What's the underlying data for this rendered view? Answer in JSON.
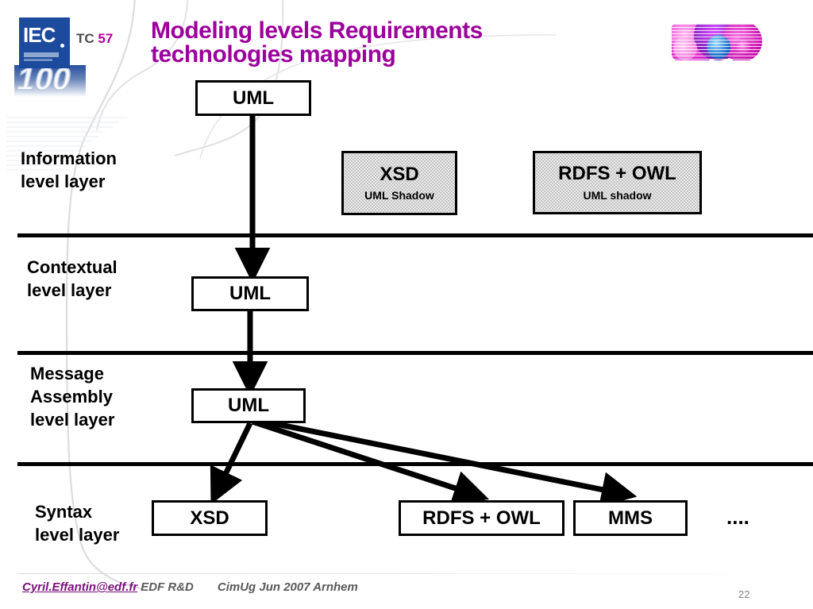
{
  "slide": {
    "title": "Modeling levels Requirements\ntechnologies mapping",
    "title_color": "#9c009c",
    "page_number": "22"
  },
  "logo": {
    "brand": "IEC",
    "reflection": "100",
    "tc_prefix": "TC ",
    "tc_number": "57",
    "accent_color": "#b4009e",
    "box_color": "#1c4a9c"
  },
  "layers": [
    {
      "name": "information",
      "label": "Information\nlevel layer"
    },
    {
      "name": "contextual",
      "label": "Contextual\nlevel layer"
    },
    {
      "name": "message-assembly",
      "label": "Message\nAssembly\nlevel layer"
    },
    {
      "name": "syntax",
      "label": "Syntax\nlevel layer"
    }
  ],
  "nodes": {
    "uml_information": {
      "main": "UML",
      "sub": ""
    },
    "xsd_shadow": {
      "main": "XSD",
      "sub": "UML Shadow"
    },
    "rdfs_owl_shadow": {
      "main": "RDFS + OWL",
      "sub": "UML shadow"
    },
    "uml_contextual": {
      "main": "UML",
      "sub": ""
    },
    "uml_message": {
      "main": "UML",
      "sub": ""
    },
    "xsd_syntax": {
      "main": "XSD",
      "sub": ""
    },
    "rdfs_owl_syntax": {
      "main": "RDFS + OWL",
      "sub": ""
    },
    "mms_syntax": {
      "main": "MMS",
      "sub": ""
    },
    "ellipsis": {
      "main": "....",
      "sub": ""
    }
  },
  "footer": {
    "email": "Cyril.Effantin@edf.fr",
    "organization": "EDF R&D",
    "conference": "CimUg Jun 2007 Arnhem"
  },
  "diagram_data": {
    "type": "diagram",
    "edges": [
      {
        "from": "uml_information",
        "to": "uml_contextual",
        "style": "solid-arrow"
      },
      {
        "from": "uml_contextual",
        "to": "uml_message",
        "style": "solid-arrow"
      },
      {
        "from": "uml_message",
        "to": "xsd_syntax",
        "style": "solid-arrow"
      },
      {
        "from": "uml_message",
        "to": "rdfs_owl_syntax",
        "style": "solid-arrow"
      },
      {
        "from": "uml_message",
        "to": "mms_syntax",
        "style": "solid-arrow"
      }
    ]
  }
}
